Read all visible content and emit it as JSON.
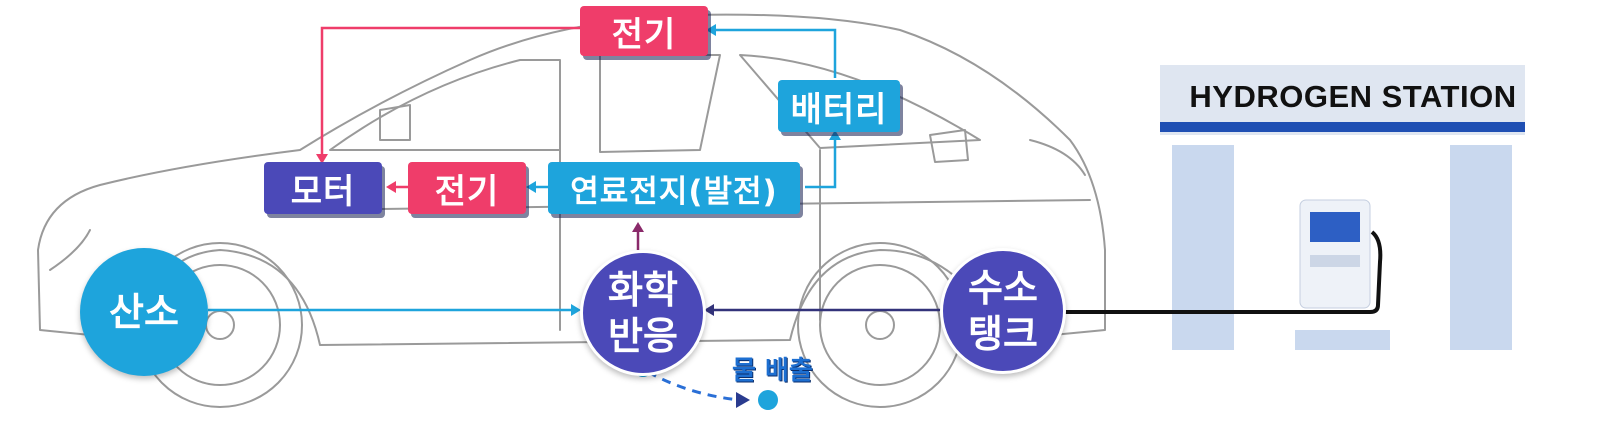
{
  "colors": {
    "red": "#ef3d6a",
    "purple": "#4b49b8",
    "blue": "#1ea4dc",
    "station_blue": "#1f4fb3"
  },
  "boxes": {
    "electricity_top": "전기",
    "battery": "배터리",
    "motor": "모터",
    "electricity_mid": "전기",
    "fuel_cell": "연료전지(발전)"
  },
  "circles": {
    "oxygen": "산소",
    "reaction": "화학\n반응",
    "hydrogen_tank": "수소\n탱크"
  },
  "water_label": "물 배출",
  "station": {
    "title": "HYDROGEN STATION"
  }
}
